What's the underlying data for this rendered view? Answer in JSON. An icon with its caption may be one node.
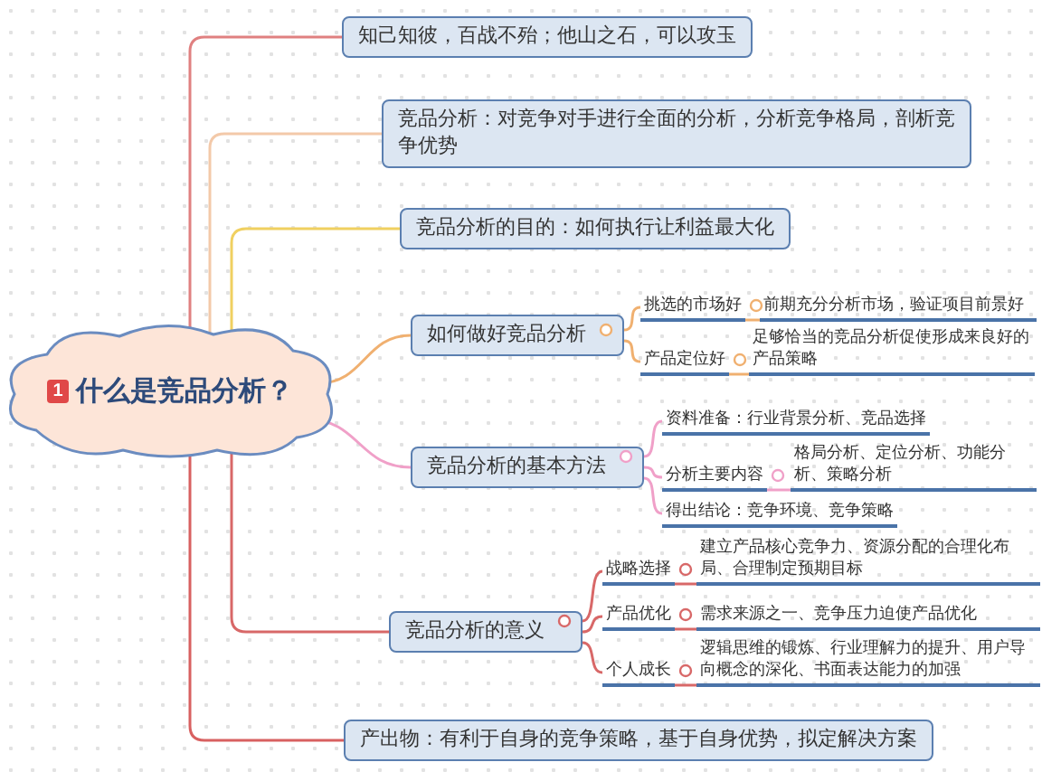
{
  "diagram": {
    "nodes": [
      {
        "text": [
          "1",
          "什么是竞品分析？"
        ]
      },
      {
        "text": [
          "知己知彼，百战不殆；他山之石，可以攻玉"
        ]
      },
      {
        "text": [
          "竞品分析：对竞争对手进行全面的分析，分析竞争格局，剖析竞争优势"
        ]
      },
      {
        "text": [
          "竞品分析的目的：如何执行让利益最大化"
        ]
      },
      {
        "text": [
          "如何做好竞品分析"
        ]
      },
      {
        "text": [
          "挑选的市场好"
        ]
      },
      {
        "text": [
          "前期充分分析市场，验证项目前景好"
        ]
      },
      {
        "text": [
          "产品定位好"
        ]
      },
      {
        "text": [
          "足够恰当的竞品分析促使形成来良好的产品策略"
        ]
      },
      {
        "text": [
          "竞品分析的基本方法"
        ]
      },
      {
        "text": [
          "资料准备：行业背景分析、竞品选择"
        ]
      },
      {
        "text": [
          "分析主要内容"
        ]
      },
      {
        "text": [
          "格局分析、定位分析、功能分析、策略分析"
        ]
      },
      {
        "text": [
          "得出结论：竞争环境、竞争策略"
        ]
      },
      {
        "text": [
          "竞品分析的意义"
        ]
      },
      {
        "text": [
          "战略选择"
        ]
      },
      {
        "text": [
          "建立产品核心竞争力、资源分配的合理化布局、合理制定预期目标"
        ]
      },
      {
        "text": [
          "产品优化"
        ]
      },
      {
        "text": [
          "需求来源之一、竞争压力迫使产品优化"
        ]
      },
      {
        "text": [
          "个人成长"
        ]
      },
      {
        "text": [
          "逻辑思维的锻炼、行业理解力的提升、用户导向概念的深化、书面表达能力的加强"
        ]
      },
      {
        "text": [
          "产出物：有利于自身的竞争策略，基于自身优势，拟定解决方案"
        ]
      }
    ],
    "edges": [
      {
        "from": 0,
        "to": 1,
        "arrow": "none",
        "color": "#e08080"
      },
      {
        "from": 0,
        "to": 2,
        "arrow": "none",
        "color": "#f3c9a9"
      },
      {
        "from": 0,
        "to": 3,
        "arrow": "none",
        "color": "#f0d060"
      },
      {
        "from": 0,
        "to": 4,
        "arrow": "none",
        "color": "#f0b070"
      },
      {
        "from": 0,
        "to": 9,
        "arrow": "none",
        "color": "#f0a0c8"
      },
      {
        "from": 0,
        "to": 14,
        "arrow": "none",
        "color": "#d86868"
      },
      {
        "from": 0,
        "to": 21,
        "arrow": "none",
        "color": "#d86060"
      },
      {
        "from": 4,
        "to": 5,
        "arrow": "none",
        "color": "#f0b070"
      },
      {
        "from": 4,
        "to": 7,
        "arrow": "none",
        "color": "#f0b070"
      },
      {
        "from": 5,
        "to": 6,
        "arrow": "none",
        "color": "#f0b070"
      },
      {
        "from": 7,
        "to": 8,
        "arrow": "none",
        "color": "#f0b070"
      },
      {
        "from": 9,
        "to": 10,
        "arrow": "none",
        "color": "#f0a0c8"
      },
      {
        "from": 9,
        "to": 11,
        "arrow": "none",
        "color": "#f0a0c8"
      },
      {
        "from": 9,
        "to": 13,
        "arrow": "none",
        "color": "#f0a0c8"
      },
      {
        "from": 11,
        "to": 12,
        "arrow": "none",
        "color": "#f0a0c8"
      },
      {
        "from": 14,
        "to": 15,
        "arrow": "none",
        "color": "#d86868"
      },
      {
        "from": 14,
        "to": 17,
        "arrow": "none",
        "color": "#d86868"
      },
      {
        "from": 14,
        "to": 19,
        "arrow": "none",
        "color": "#d86868"
      },
      {
        "from": 15,
        "to": 16,
        "arrow": "none",
        "color": "#d86868"
      },
      {
        "from": 17,
        "to": 18,
        "arrow": "none",
        "color": "#d86868"
      },
      {
        "from": 19,
        "to": 20,
        "arrow": "none",
        "color": "#d86868"
      }
    ]
  }
}
